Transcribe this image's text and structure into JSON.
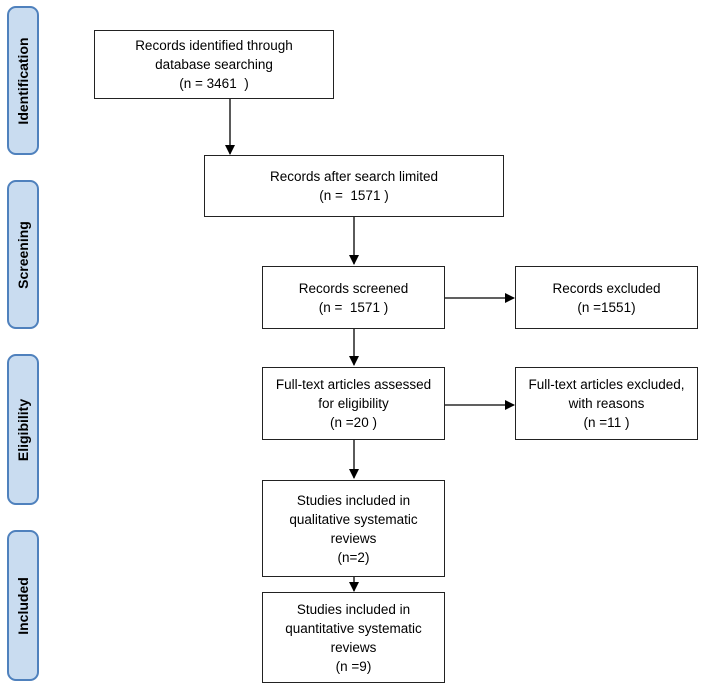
{
  "stages": [
    {
      "id": "identification",
      "label": "Identification"
    },
    {
      "id": "screening",
      "label": "Screening"
    },
    {
      "id": "eligibility",
      "label": "Eligibility"
    },
    {
      "id": "included",
      "label": "Included"
    }
  ],
  "boxes": {
    "identified": [
      "Records identified through",
      "database searching",
      "(n = 3461  )"
    ],
    "search_limited": [
      "Records after search limited",
      "(n =  1571 )"
    ],
    "screened": [
      "Records screened",
      "(n =  1571 )"
    ],
    "excluded": [
      "Records excluded",
      "(n =1551)"
    ],
    "fulltext_assessed": [
      "Full-text articles assessed",
      "for eligibility",
      "(n =20 )"
    ],
    "fulltext_excluded": [
      "Full-text articles excluded,",
      "with reasons",
      "(n =11 )"
    ],
    "qualitative": [
      "Studies included in",
      "qualitative systematic",
      "reviews",
      "(n=2)"
    ],
    "quantitative": [
      "Studies included in",
      "quantitative systematic",
      "reviews",
      "(n =9)"
    ]
  }
}
